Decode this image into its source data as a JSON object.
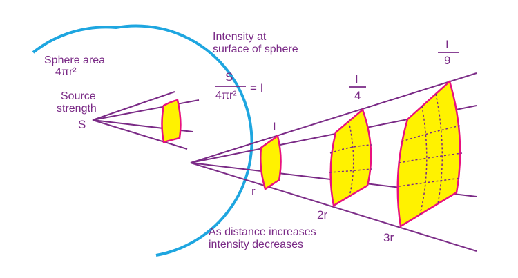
{
  "diagram": {
    "title": "Intensity at surface of sphere",
    "title_line1": "Intensity at",
    "title_line2": "surface of sphere",
    "sphere_area_label": "Sphere area",
    "sphere_area_formula": "4πr²",
    "source_label_line1": "Source",
    "source_label_line2": "strength",
    "source_symbol": "S",
    "equation": {
      "numerator": "S",
      "denominator": "4πr²",
      "result": "= I"
    },
    "intensity_labels": {
      "first": "I",
      "second": {
        "numerator": "I",
        "denominator": "4"
      },
      "third": {
        "numerator": "I",
        "denominator": "9"
      }
    },
    "distance_labels": [
      "r",
      "2r",
      "3r"
    ],
    "caption_line1": "As distance increases",
    "caption_line2": "intensity decreases",
    "colors": {
      "line": "#7a2a86",
      "sphere": "#1ea6e0",
      "patch_fill": "#fff200",
      "patch_edge": "#e8117f",
      "text": "#7a2a86"
    }
  }
}
